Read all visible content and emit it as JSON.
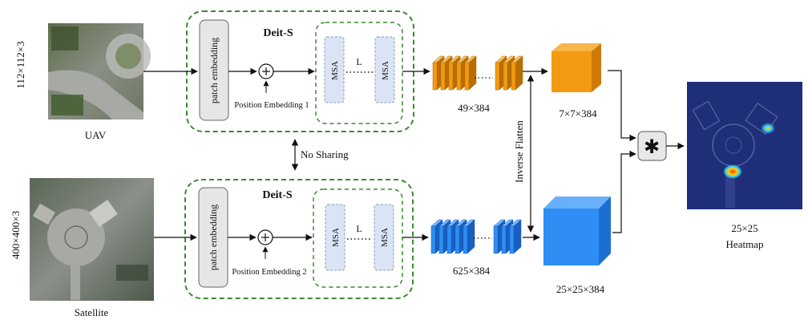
{
  "inputs": {
    "uav": {
      "size_label": "112×112×3",
      "caption": "UAV"
    },
    "satellite": {
      "size_label": "400×400×3",
      "caption": "Satellite"
    }
  },
  "branches": {
    "top": {
      "title": "Deit-S",
      "patch_embedding": "patch embedding",
      "position_embedding": "Position Embedding 1",
      "msa_left": "MSA",
      "msa_right": "MSA",
      "layers_symbol": "L",
      "tokens_label": "49×384",
      "cube_label": "7×7×384"
    },
    "bottom": {
      "title": "Deit-S",
      "patch_embedding": "patch embedding",
      "position_embedding": "Position Embedding 2",
      "msa_left": "MSA",
      "msa_right": "MSA",
      "layers_symbol": "L",
      "tokens_label": "625×384",
      "cube_label": "25×25×384"
    }
  },
  "sharing_label": "No Sharing",
  "inverse_flatten_label": "Inverse Flatten",
  "correlation_symbol": "✱",
  "output": {
    "size_label": "25×25",
    "caption": "Heatmap"
  },
  "colors": {
    "dashed_border": "#3a8a2e",
    "msa_fill": "#dbe4f5",
    "patch_fill": "#e6e6e6",
    "orange": "#f39a12",
    "blue": "#2f8ef5",
    "heatmap_bg": "#1f2e78"
  }
}
